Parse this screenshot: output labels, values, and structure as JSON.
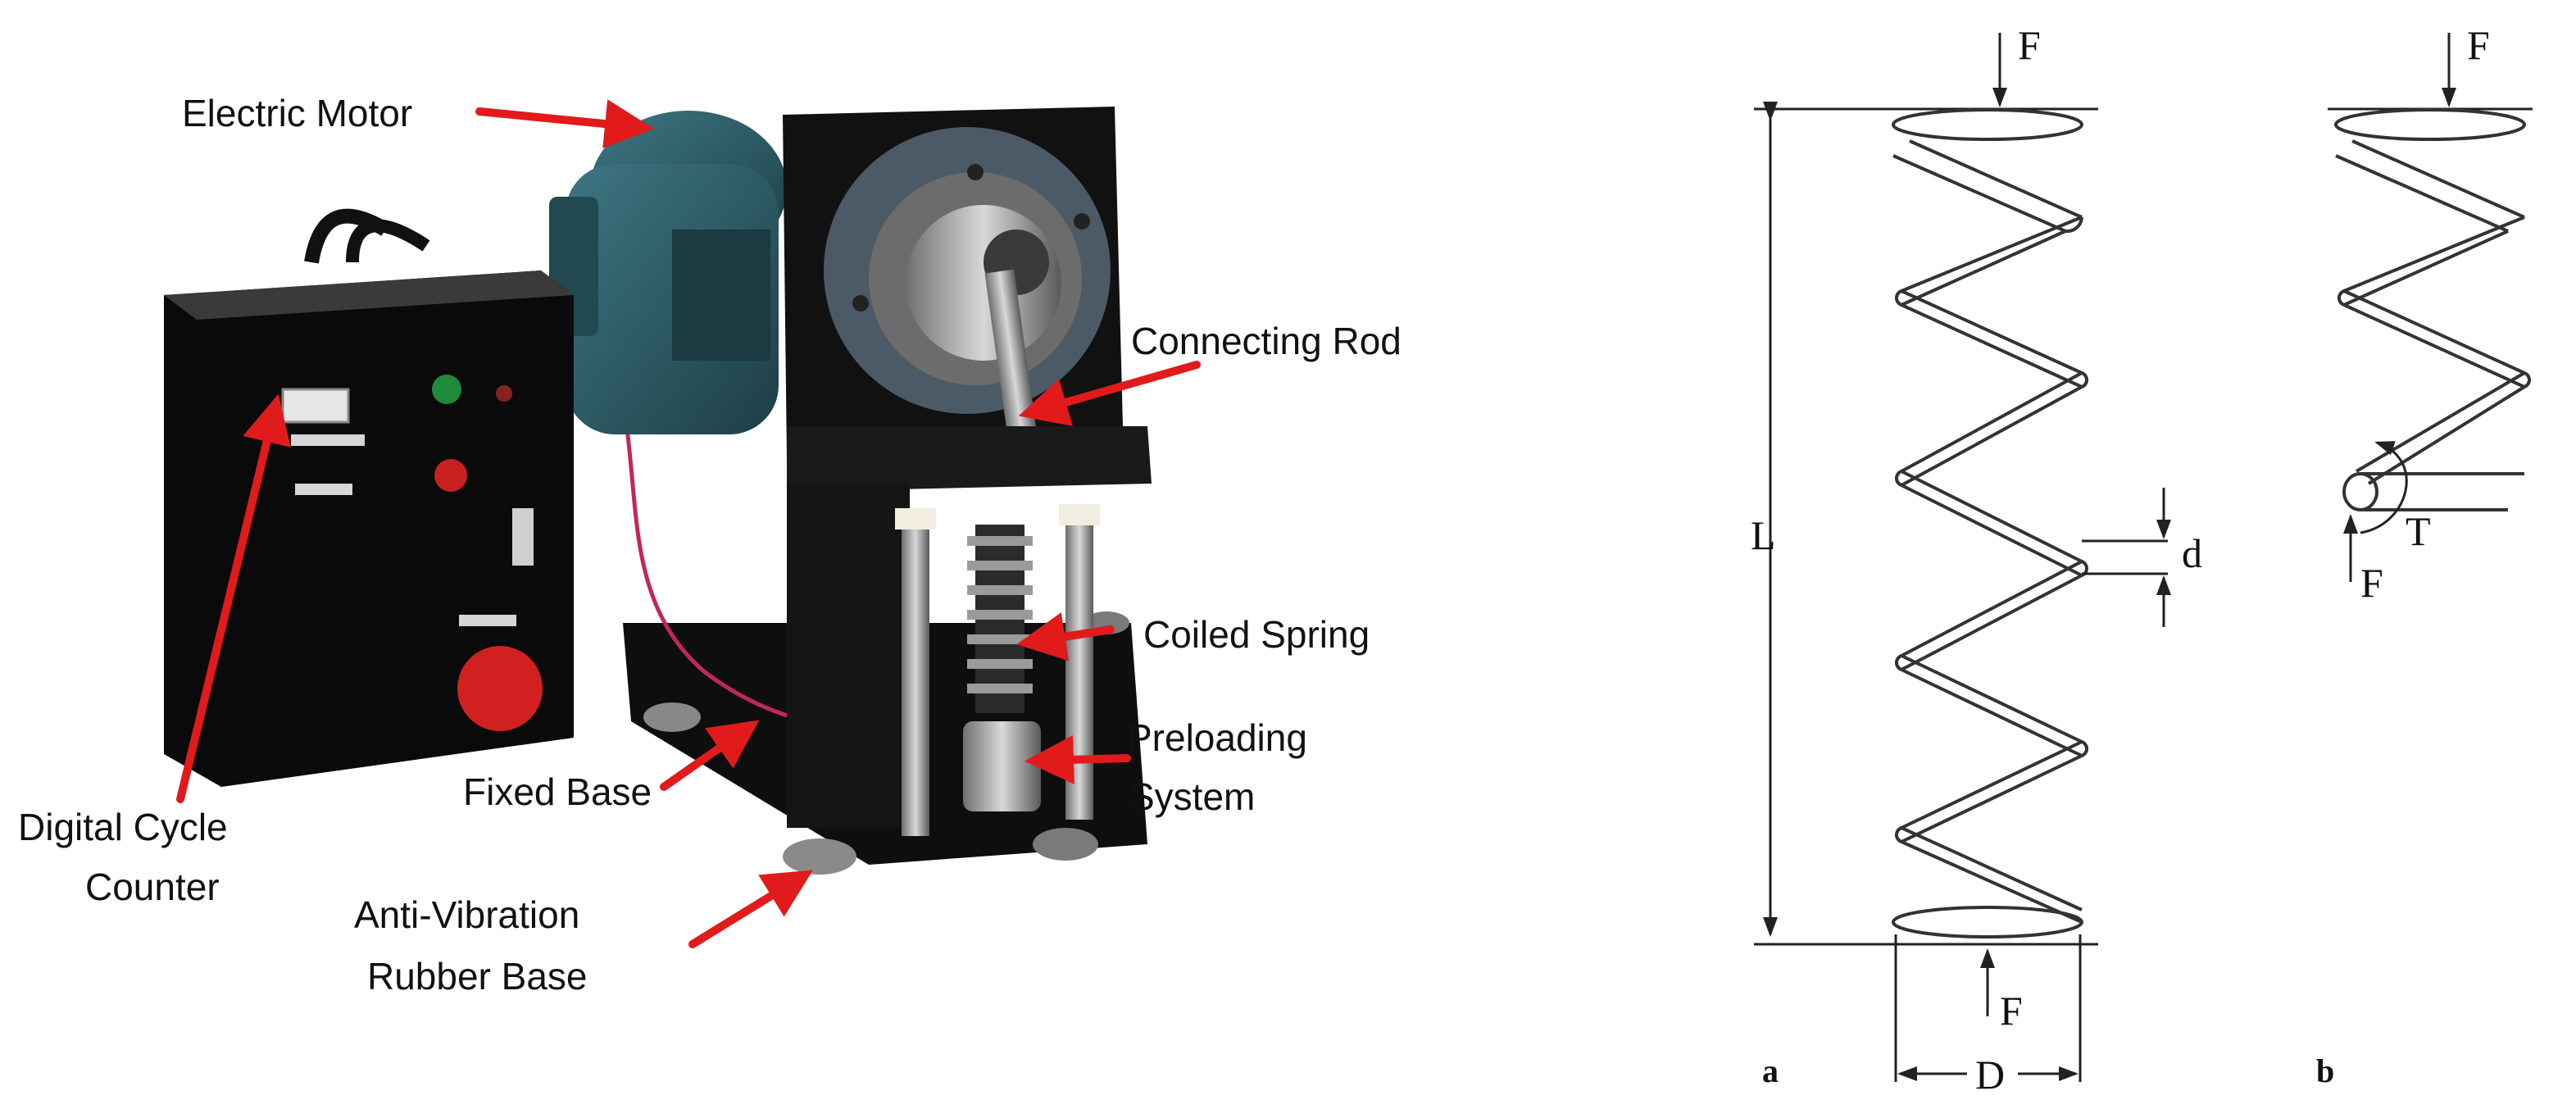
{
  "photo": {
    "labels": {
      "electric_motor": "Electric Motor",
      "connecting_rod": "Connecting Rod",
      "coiled_spring": "Coiled Spring",
      "preloading_1": "Preloading",
      "preloading_2": "System",
      "fixed_base": "Fixed Base",
      "digital_counter_1": "Digital Cycle",
      "digital_counter_2": "Counter",
      "anti_vibration_1": "Anti-Vibration",
      "anti_vibration_2": "Rubber Base"
    }
  },
  "diagram_a": {
    "force_top": "F",
    "force_bottom": "F",
    "length": "L",
    "wire_diameter": "d",
    "coil_diameter": "D",
    "caption": "a"
  },
  "diagram_b": {
    "force_top": "F",
    "force_bottom": "F",
    "torque": "T",
    "caption": "b"
  },
  "colors": {
    "callout_arrow": "#e11b1b",
    "machine_body": "#111111",
    "motor": "#2e5d66"
  }
}
